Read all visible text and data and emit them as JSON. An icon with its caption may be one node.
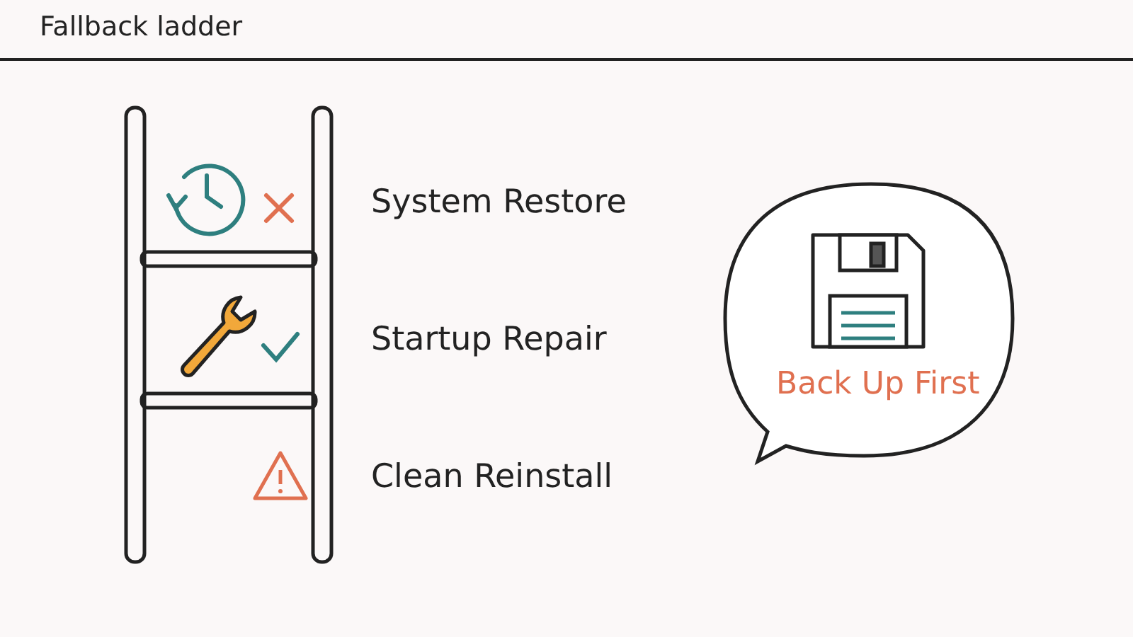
{
  "diagram": {
    "title": "Fallback ladder",
    "nodes": [
      {
        "text": [
          "Back Up First"
        ]
      }
    ],
    "edges": [],
    "labels": [
      "System Restore",
      "Startup Repair",
      "Clean Reinstall"
    ]
  }
}
